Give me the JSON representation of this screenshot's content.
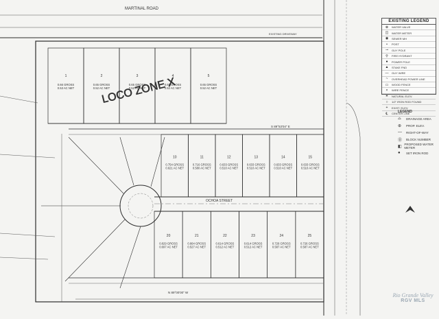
{
  "plat": {
    "road_top": "MARTINAL ROAD",
    "road_mid": "OCHOA STREET",
    "subdivision_label": "LOCO ZONE X",
    "existing_driveway": "EXISTING DRIVEWAY",
    "lots_top": [
      {
        "num": "1",
        "gross": "0.66 GROSS",
        "net": "0.53 AC NET"
      },
      {
        "num": "2",
        "gross": "0.65 GROSS",
        "net": "0.52 AC NET"
      },
      {
        "num": "3",
        "gross": "0.65 GROSS",
        "net": "0.52 AC NET"
      },
      {
        "num": "4",
        "gross": "0.65 GROSS",
        "net": "0.52 AC NET"
      },
      {
        "num": "5",
        "gross": "0.65 GROSS",
        "net": "0.52 AC NET"
      }
    ],
    "lots_mid": [
      {
        "num": "10",
        "gross": "0.754 GROSS",
        "net": "0.621 AC NET"
      },
      {
        "num": "11",
        "gross": "0.716 GROSS",
        "net": "0.580 AC NET"
      },
      {
        "num": "12",
        "gross": "0.633 GROSS",
        "net": "0.510 AC NET"
      },
      {
        "num": "13",
        "gross": "0.633 GROSS",
        "net": "0.510 AC NET"
      },
      {
        "num": "14",
        "gross": "0.633 GROSS",
        "net": "0.510 AC NET"
      },
      {
        "num": "15",
        "gross": "0.633 GROSS",
        "net": "0.510 AC NET"
      }
    ],
    "lots_bottom": [
      {
        "num": "20",
        "gross": "0.829 GROSS",
        "net": "0.697 AC NET"
      },
      {
        "num": "21",
        "gross": "0.664 GROSS",
        "net": "0.527 AC NET"
      },
      {
        "num": "22",
        "gross": "0.614 GROSS",
        "net": "0.512 AC NET"
      },
      {
        "num": "23",
        "gross": "0.614 GROSS",
        "net": "0.512 AC NET"
      },
      {
        "num": "24",
        "gross": "0.726 GROSS",
        "net": "0.587 AC NET"
      },
      {
        "num": "25",
        "gross": "0.726 GROSS",
        "net": "0.587 AC NET"
      }
    ],
    "bearing_bottom": "N 89°00'00\" W",
    "bearing_mid": "S 89°53'04\" E"
  },
  "legend_existing": {
    "title": "EXISTING LEGEND",
    "items": [
      "WATER VALVE",
      "WATER METER",
      "SEWER MH",
      "POST",
      "GUY POLE",
      "FIRE HYDRANT",
      "POWER POLE",
      "STAKE FND",
      "GUY WIRE",
      "OVERHEAD POWER LINE",
      "WOOD FENCE",
      "WIRE FENCE",
      "NATURAL ELEV.",
      "1/2\" IRON ROD FOUND",
      "EXIST. ELEV.",
      "CENTER LINE"
    ]
  },
  "legend_proposed": {
    "title": "LEGEND",
    "items": [
      "DRAINAGE AREA",
      "PROP. ELEV.",
      "RIGHT-OF-WAY",
      "BLOCK NUMBER",
      "PROPOSED WATER METER",
      "SET IRON ROD"
    ]
  },
  "watermark": {
    "brand": "Rio Grande Valley",
    "sub": "RGV MLS"
  },
  "colors": {
    "paper": "#f4f4f2",
    "ink": "#2b2b2b"
  }
}
